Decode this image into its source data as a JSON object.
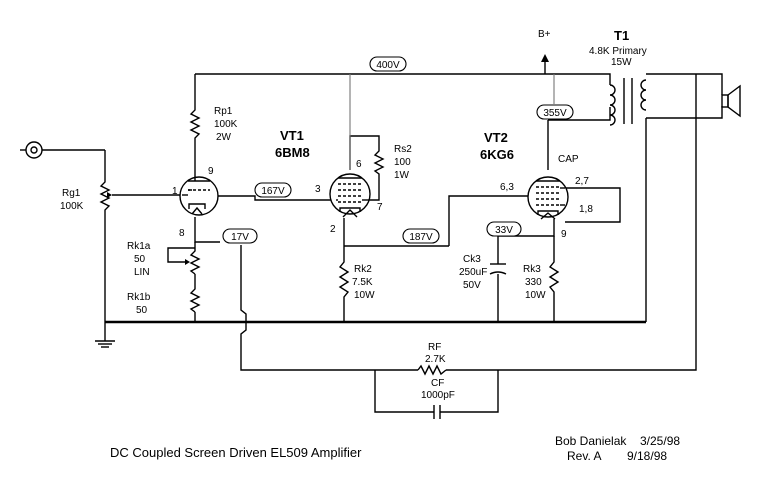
{
  "title": "DC Coupled Screen Driven EL509 Amplifier",
  "author": {
    "name": "Bob Danielak",
    "date": "3/25/98",
    "revision": "Rev. A",
    "revision_date": "9/18/98"
  },
  "supply": {
    "label": "B+"
  },
  "transformer": {
    "ref": "T1",
    "primary": "4.8K Primary",
    "power": "15W"
  },
  "tubes": [
    {
      "ref": "VT1",
      "type": "6BM8"
    },
    {
      "ref": "VT2",
      "type": "6KG6",
      "cap_label": "CAP"
    }
  ],
  "voltages": [
    "400V",
    "355V",
    "167V",
    "187V",
    "17V",
    "33V"
  ],
  "pins": {
    "vt1_plate_triode": "9",
    "vt1_grid_triode": "1",
    "vt1_cathode_triode": "8",
    "vt1_pentode_grid": "3",
    "vt1_pentode_screen": "6",
    "vt1_pentode_suppressor": "7",
    "vt1_pentode_plate": "2",
    "vt2_grid": "6,3",
    "vt2_screen": "2,7",
    "vt2_suppressor": "1,8",
    "vt2_cathode": "9"
  },
  "components": {
    "rp1": {
      "ref": "Rp1",
      "value": "100K",
      "rating": "2W"
    },
    "rg1": {
      "ref": "Rg1",
      "value": "100K"
    },
    "rs2": {
      "ref": "Rs2",
      "value": "100",
      "rating": "1W"
    },
    "rk1a": {
      "ref": "Rk1a",
      "value": "50",
      "note": "LIN"
    },
    "rk1b": {
      "ref": "Rk1b",
      "value": "50"
    },
    "rk2": {
      "ref": "Rk2",
      "value": "7.5K",
      "rating": "10W"
    },
    "ck3": {
      "ref": "Ck3",
      "value": "250uF",
      "rating": "50V"
    },
    "rk3": {
      "ref": "Rk3",
      "value": "330",
      "rating": "10W"
    },
    "rf": {
      "ref": "RF",
      "value": "2.7K"
    },
    "cf": {
      "ref": "CF",
      "value": "1000pF"
    }
  }
}
